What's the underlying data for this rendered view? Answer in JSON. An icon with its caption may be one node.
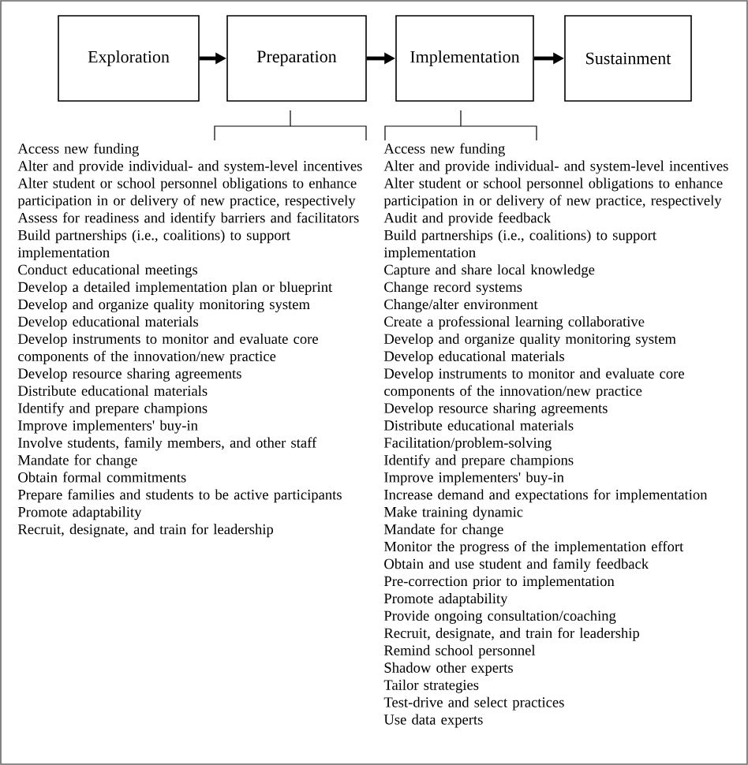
{
  "diagram": {
    "nodes": [
      {
        "text": [
          "Exploration"
        ]
      },
      {
        "text": [
          "Preparation"
        ]
      },
      {
        "text": [
          "Implementation"
        ]
      },
      {
        "text": [
          "Sustainment"
        ]
      },
      {
        "text": [
          "Access new funding",
          "Alter and provide individual- and system-level incentives",
          "Alter student or school personnel obligations to enhance participation in or delivery of new practice, respectively",
          "Assess for readiness and identify barriers and facilitators",
          "Build partnerships (i.e., coalitions) to support implementation",
          "Conduct educational meetings",
          "Develop a detailed implementation plan or blueprint",
          "Develop and organize quality monitoring system",
          "Develop educational materials",
          "Develop instruments to monitor and evaluate core components of the innovation/new practice",
          "Develop resource sharing agreements",
          "Distribute educational materials",
          "Identify and prepare champions",
          "Improve implementers' buy-in",
          "Involve students, family members, and other staff",
          "Mandate for change",
          "Obtain formal commitments",
          "Prepare families and students to be active participants",
          "Promote adaptability",
          "Recruit, designate, and train for leadership"
        ]
      },
      {
        "text": [
          "Access new funding",
          "Alter and provide individual- and system-level incentives",
          "Alter student or school personnel obligations to enhance participation in or delivery of new practice, respectively",
          "Audit and provide feedback",
          "Build partnerships (i.e., coalitions) to support implementation",
          "Capture and share local knowledge",
          "Change record systems",
          "Change/alter environment",
          "Create a professional learning collaborative",
          "Develop and organize quality monitoring system",
          "Develop educational materials",
          "Develop instruments to monitor and evaluate core components of the innovation/new practice",
          "Develop resource sharing agreements",
          "Distribute educational materials",
          "Facilitation/problem-solving",
          "Identify and prepare champions",
          "Improve implementers' buy-in",
          "Increase demand and expectations for implementation",
          "Make training dynamic",
          "Mandate for change",
          "Monitor the progress of the implementation effort",
          "Obtain and use student and family feedback",
          "Pre-correction prior to implementation",
          "Promote adaptability",
          "Provide ongoing consultation/coaching",
          "Recruit, designate, and train for leadership",
          "Remind school personnel",
          "Shadow other experts",
          "Tailor strategies",
          "Test-drive and select practices",
          "Use data experts"
        ]
      }
    ],
    "edges": [
      {
        "from": 0,
        "to": 1,
        "arrow": "to"
      },
      {
        "from": 1,
        "to": 2,
        "arrow": "to"
      },
      {
        "from": 2,
        "to": 3,
        "arrow": "to"
      }
    ]
  }
}
